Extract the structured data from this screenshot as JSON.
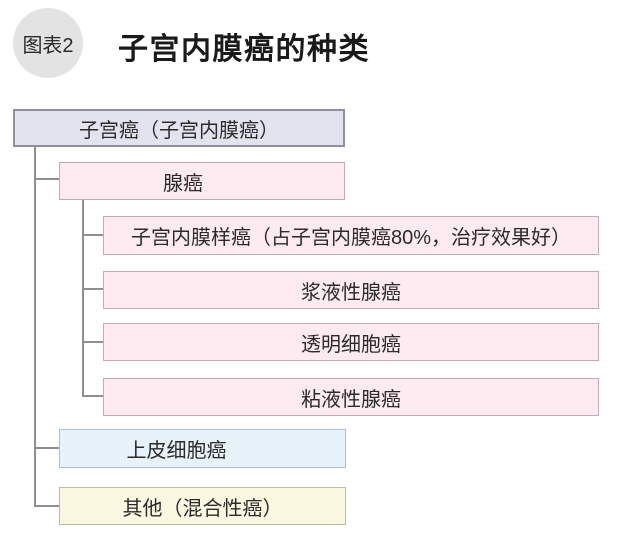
{
  "header": {
    "badge_label": "图表2",
    "title": "子宫内膜癌的种类"
  },
  "colors": {
    "badge_bg": "#e3e3e3",
    "line": "#8f8f8f",
    "text": "#2b2b2b"
  },
  "diagram": {
    "type": "tree",
    "nodes": [
      {
        "id": "uterine-cancer",
        "level": 1,
        "label": "子宫癌（子宫内膜癌）",
        "fill": "#e3e3ef",
        "border": "#8f919c"
      },
      {
        "id": "adenocarcinoma",
        "level": 2,
        "label": "腺癌",
        "fill": "#fdebf1",
        "border": "#c6a9b5"
      },
      {
        "id": "endometrioid",
        "level": 3,
        "label": "子宫内膜样癌（占子宫内膜癌80%，治疗效果好）",
        "fill": "#fdebf1",
        "border": "#c6a9b5"
      },
      {
        "id": "serous",
        "level": 3,
        "label": "浆液性腺癌",
        "fill": "#fdebf1",
        "border": "#c6a9b5"
      },
      {
        "id": "clear-cell",
        "level": 3,
        "label": "透明细胞癌",
        "fill": "#fdebf1",
        "border": "#c6a9b5"
      },
      {
        "id": "mucinous",
        "level": 3,
        "label": "粘液性腺癌",
        "fill": "#fdebf1",
        "border": "#c6a9b5"
      },
      {
        "id": "epithelial",
        "level": 2,
        "label": "上皮细胞癌",
        "fill": "#e7f2fa",
        "border": "#a9c0ce"
      },
      {
        "id": "other-mixed",
        "level": 2,
        "label": "其他（混合性癌）",
        "fill": "#fbf8e2",
        "border": "#bdb99d"
      }
    ]
  }
}
